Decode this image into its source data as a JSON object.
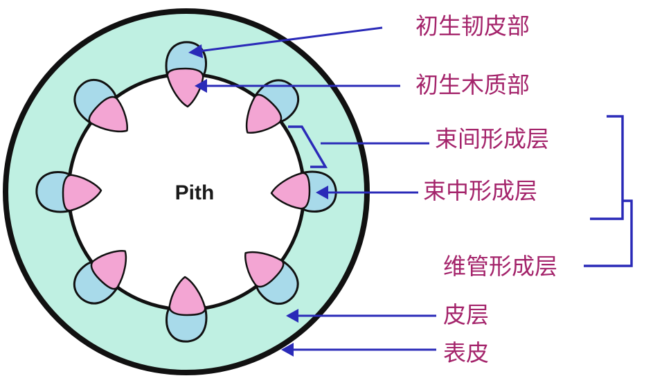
{
  "center_label": "Pith",
  "labels": {
    "primary_phloem": "初生韧皮部",
    "primary_xylem": "初生木质部",
    "interfascicular_cambium": "束间形成层",
    "fascicular_cambium": "束中形成层",
    "vascular_cambium": "维管形成层",
    "cortex": "皮层",
    "epidermis": "表皮"
  },
  "colors": {
    "cortex_fill": "#bff0e2",
    "phloem_fill": "#a8daea",
    "xylem_fill": "#f3a5d3",
    "outline": "#111111",
    "pointer": "#2a2ab8",
    "label_text": "#a4246b"
  }
}
